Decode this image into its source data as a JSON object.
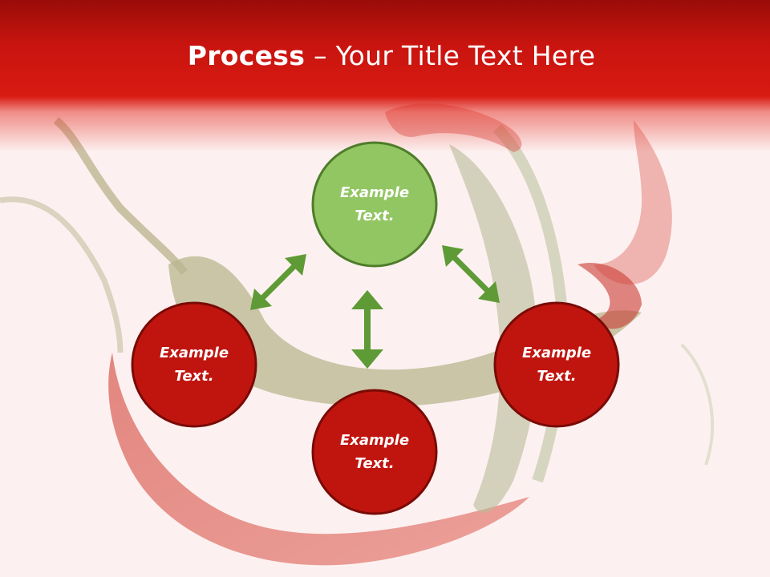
{
  "slide": {
    "title_bold": "Process",
    "title_sep": "–",
    "title_rest": "Your Title Text Here"
  },
  "nodes": [
    {
      "id": "top",
      "line1": "Example",
      "line2": "Text.",
      "fill": "#92c663",
      "stroke": "#4e7d2a"
    },
    {
      "id": "left",
      "line1": "Example",
      "line2": "Text.",
      "fill": "#c0150f",
      "stroke": "#7a0a06"
    },
    {
      "id": "bottom",
      "line1": "Example",
      "line2": "Text.",
      "fill": "#c0150f",
      "stroke": "#7a0a06"
    },
    {
      "id": "right",
      "line1": "Example",
      "line2": "Text.",
      "fill": "#c0150f",
      "stroke": "#7a0a06"
    }
  ],
  "colors": {
    "header": "#c8140f",
    "arrow": "#5e9a35",
    "background": "#fcf1f0"
  },
  "icons": {
    "arrow": "double-headed-arrow-icon"
  }
}
